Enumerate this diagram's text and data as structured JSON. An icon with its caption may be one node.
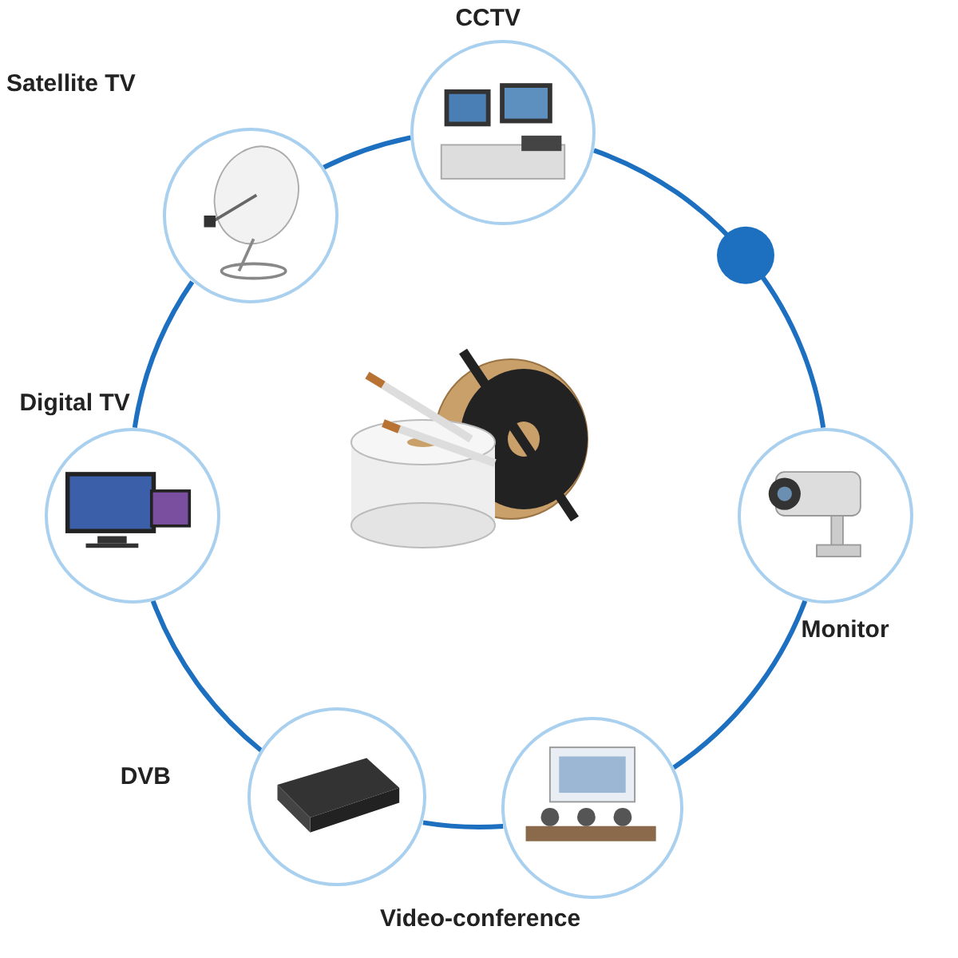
{
  "diagram": {
    "nodes": [
      {
        "text": [
          "CCTV"
        ]
      },
      {
        "text": [
          "Monitor"
        ]
      },
      {
        "text": [
          "Video-conference"
        ]
      },
      {
        "text": [
          "DVB"
        ]
      },
      {
        "text": [
          "Digital TV"
        ]
      },
      {
        "text": [
          "Satellite TV"
        ]
      }
    ],
    "edges": [
      {
        "from": 0,
        "to": 1,
        "arrow": "none"
      },
      {
        "from": 1,
        "to": 2,
        "arrow": "none"
      },
      {
        "from": 2,
        "to": 3,
        "arrow": "none"
      },
      {
        "from": 3,
        "to": 4,
        "arrow": "none"
      },
      {
        "from": 4,
        "to": 5,
        "arrow": "none"
      },
      {
        "from": 5,
        "to": 0,
        "arrow": "none"
      }
    ]
  }
}
